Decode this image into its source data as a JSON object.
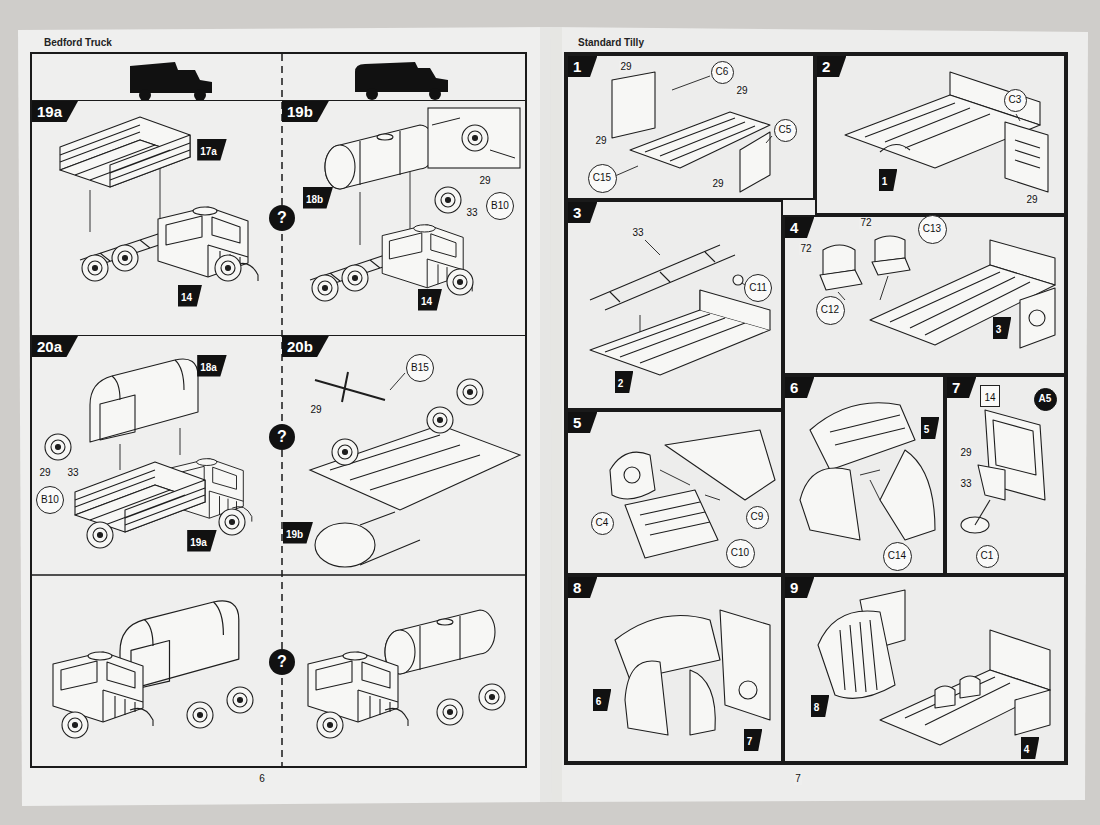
{
  "diagram": {
    "nodes": [
      {
        "text": [
          "Bedford Truck"
        ]
      },
      {
        "text": [
          "19a"
        ],
        "in": 0
      },
      {
        "text": [
          "17a"
        ],
        "in": 1
      },
      {
        "text": [
          "14"
        ],
        "in": 1
      },
      {
        "text": [
          "19b"
        ],
        "in": 0
      },
      {
        "text": [
          "18b"
        ],
        "in": 4
      },
      {
        "text": [
          "B10"
        ],
        "in": 4
      },
      {
        "text": [
          "14"
        ],
        "in": 4
      },
      {
        "text": [
          "?"
        ],
        "in": 0
      },
      {
        "text": [
          "20a"
        ],
        "in": 0
      },
      {
        "text": [
          "18a"
        ],
        "in": 9
      },
      {
        "text": [
          "B10"
        ],
        "in": 9
      },
      {
        "text": [
          "19a"
        ],
        "in": 9
      },
      {
        "text": [
          "20b"
        ],
        "in": 0
      },
      {
        "text": [
          "B15"
        ],
        "in": 13
      },
      {
        "text": [
          "19b"
        ],
        "in": 13
      },
      {
        "text": [
          "?"
        ],
        "in": 0
      },
      {
        "text": [
          "?"
        ],
        "in": 0
      },
      {
        "text": [
          "Standard Tilly"
        ]
      },
      {
        "text": [
          "1"
        ],
        "in": 18
      },
      {
        "text": [
          "C6"
        ],
        "in": 19
      },
      {
        "text": [
          "C5"
        ],
        "in": 19
      },
      {
        "text": [
          "C15"
        ],
        "in": 19
      },
      {
        "text": [
          "2"
        ],
        "in": 18
      },
      {
        "text": [
          "C3"
        ],
        "in": 23
      },
      {
        "text": [
          "1"
        ],
        "in": 23
      },
      {
        "text": [
          "3"
        ],
        "in": 18
      },
      {
        "text": [
          "C11"
        ],
        "in": 26
      },
      {
        "text": [
          "2"
        ],
        "in": 26
      },
      {
        "text": [
          "4"
        ],
        "in": 18
      },
      {
        "text": [
          "C13"
        ],
        "in": 29
      },
      {
        "text": [
          "C12"
        ],
        "in": 29
      },
      {
        "text": [
          "3"
        ],
        "in": 29
      },
      {
        "text": [
          "5"
        ],
        "in": 18
      },
      {
        "text": [
          "C4"
        ],
        "in": 33
      },
      {
        "text": [
          "C9"
        ],
        "in": 33
      },
      {
        "text": [
          "C10"
        ],
        "in": 33
      },
      {
        "text": [
          "6"
        ],
        "in": 18
      },
      {
        "text": [
          "5"
        ],
        "in": 37
      },
      {
        "text": [
          "C14"
        ],
        "in": 37
      },
      {
        "text": [
          "7"
        ],
        "in": 18
      },
      {
        "text": [
          "14"
        ],
        "in": 40
      },
      {
        "text": [
          "A5"
        ],
        "in": 40
      },
      {
        "text": [
          "C1"
        ],
        "in": 40
      },
      {
        "text": [
          "8"
        ],
        "in": 18
      },
      {
        "text": [
          "6"
        ],
        "in": 44
      },
      {
        "text": [
          "7"
        ],
        "in": 44
      },
      {
        "text": [
          "9"
        ],
        "in": 18
      },
      {
        "text": [
          "8"
        ],
        "in": 47
      },
      {
        "text": [
          "4"
        ],
        "in": 47
      }
    ],
    "labels": [
      "29",
      "33",
      "29",
      "33",
      "29",
      "6",
      "29",
      "29",
      "29",
      "29",
      "29",
      "33",
      "72",
      "72",
      "29",
      "33",
      "7"
    ]
  }
}
